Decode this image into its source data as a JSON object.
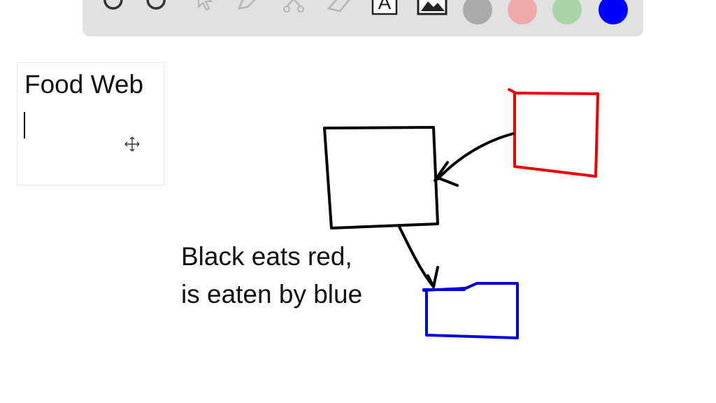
{
  "toolbar": {
    "tools": [
      {
        "name": "undo-icon"
      },
      {
        "name": "redo-icon"
      },
      {
        "name": "select-arrow-icon"
      },
      {
        "name": "pen-icon"
      },
      {
        "name": "scissors-icon"
      },
      {
        "name": "eraser-icon"
      },
      {
        "name": "text-tool-icon",
        "glyph": "A"
      },
      {
        "name": "image-icon"
      }
    ],
    "colors": [
      "#a9a9a9",
      "#eeaaaa",
      "#a9d3a9",
      "#0000ff"
    ],
    "selected_color": "#0000ff"
  },
  "textbox": {
    "title": "Food Web"
  },
  "annotation": {
    "line1": "Black eats red,",
    "line2": "is eaten by blue"
  },
  "drawing": {
    "stroke_colors": {
      "black": "#000000",
      "red": "#ee0000",
      "blue": "#0000dd"
    }
  }
}
